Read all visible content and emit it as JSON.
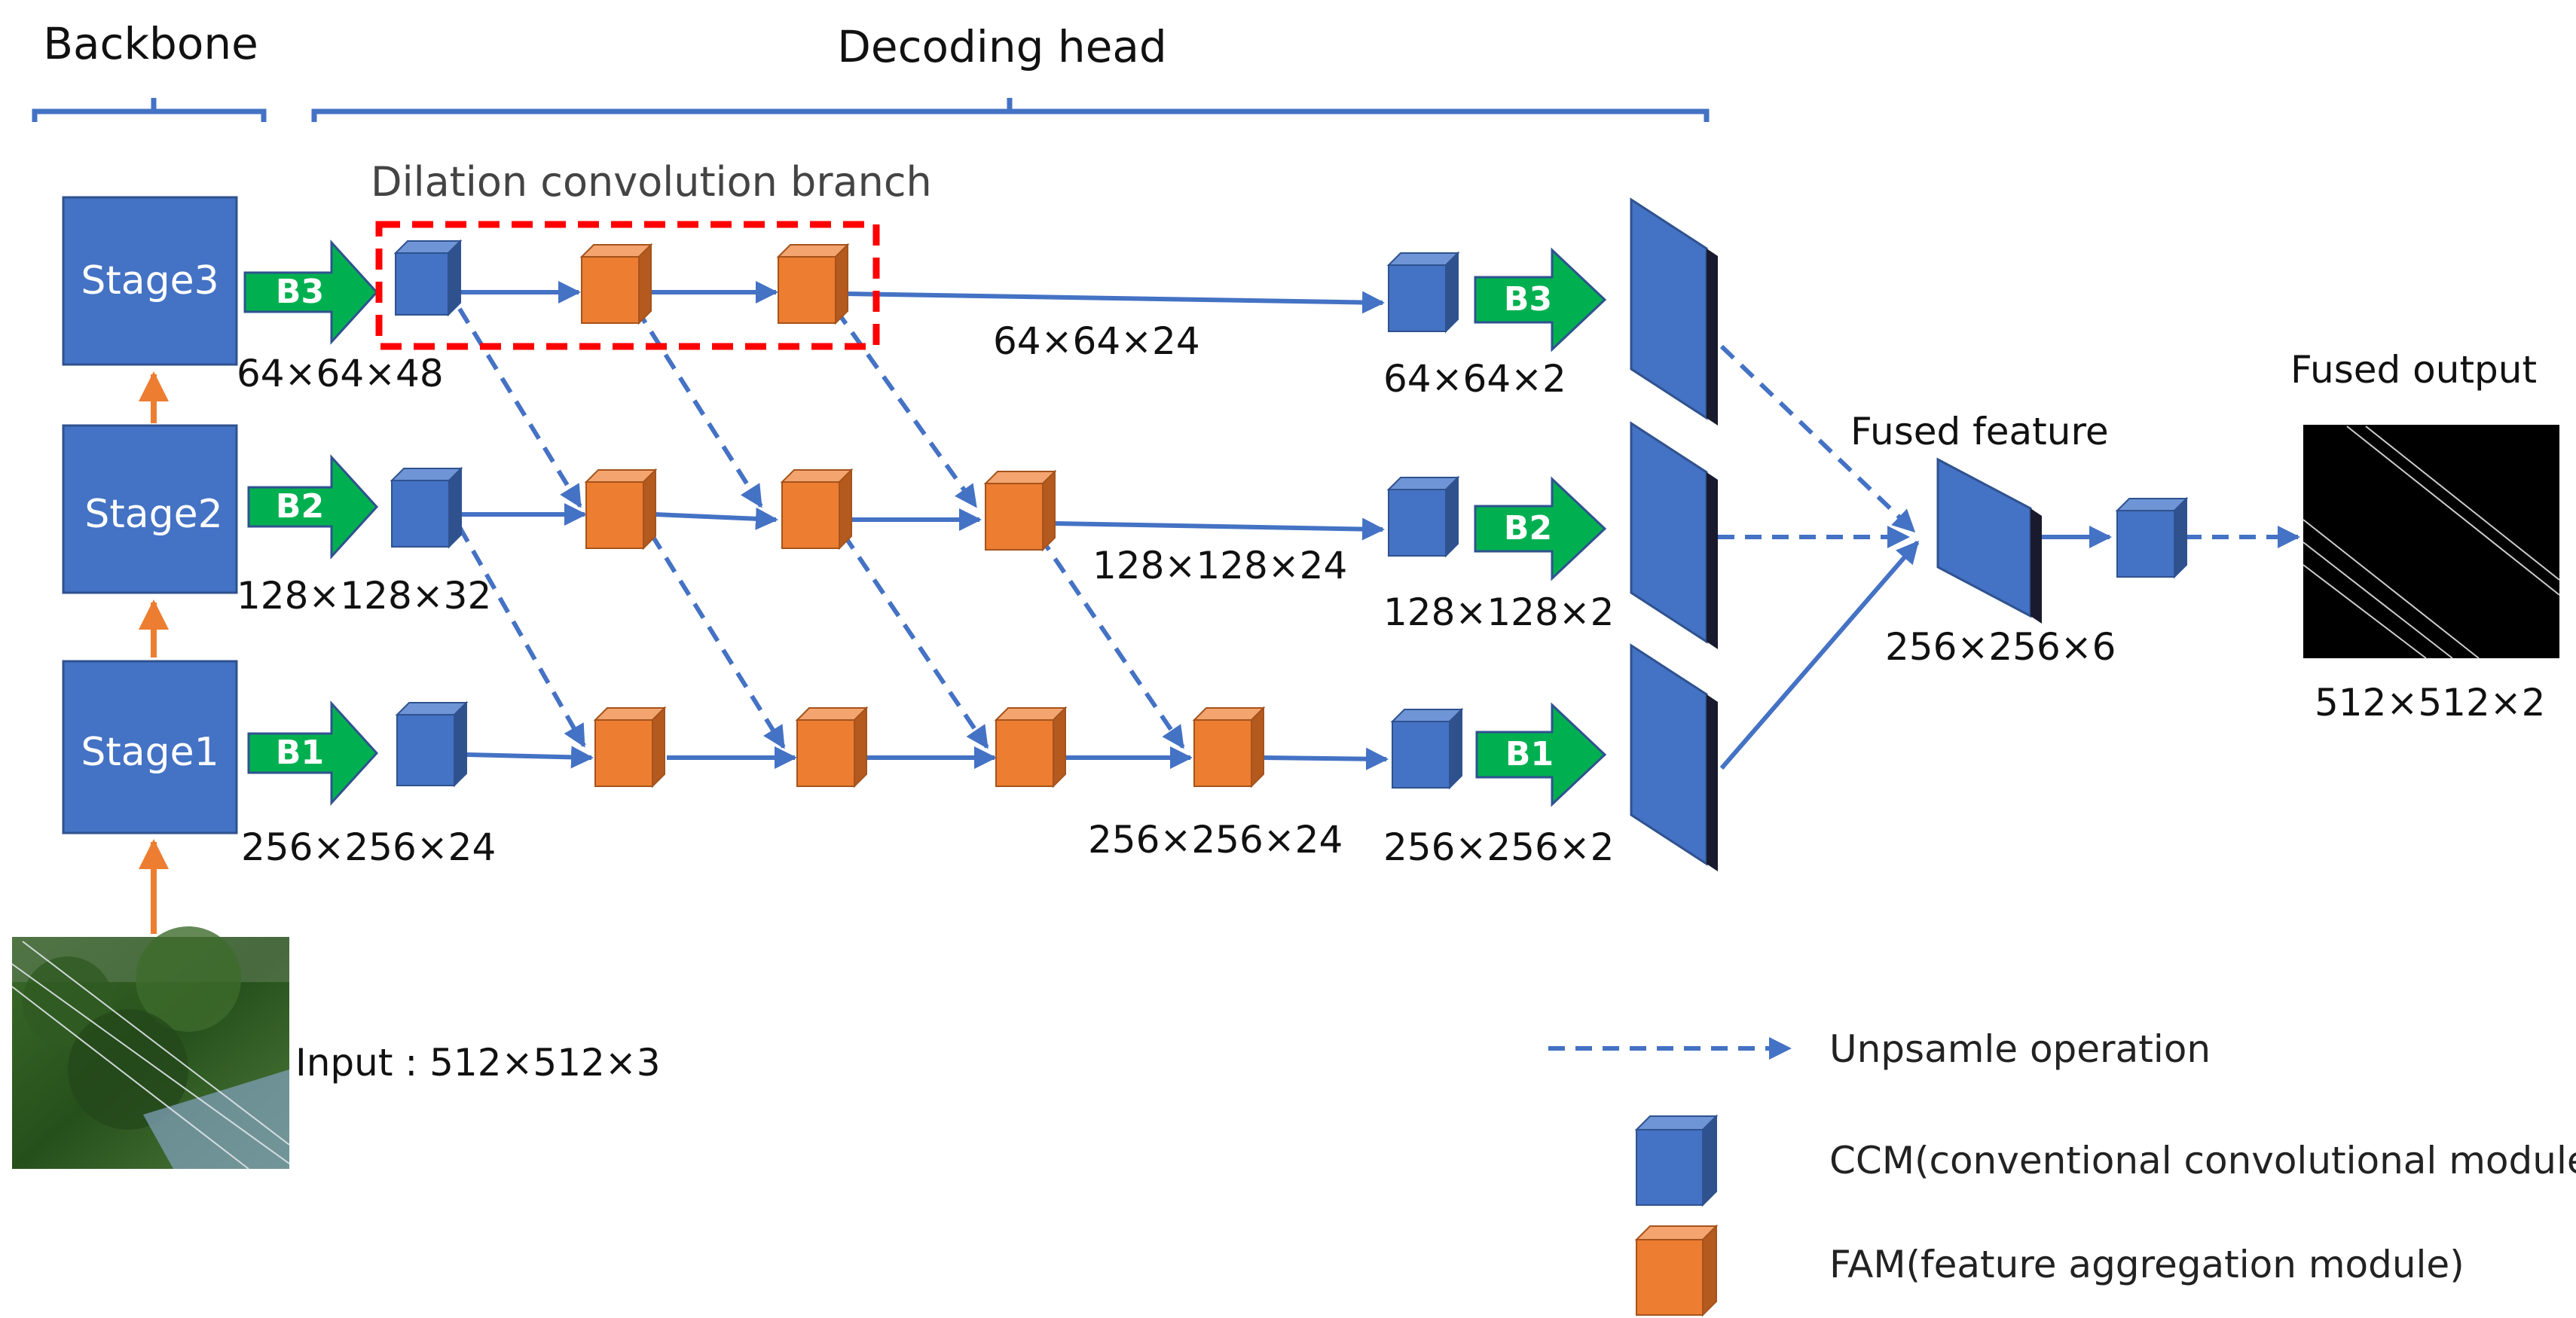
{
  "headers": {
    "backbone": "Backbone",
    "decoding_head": "Decoding head"
  },
  "dilation_branch_label": "Dilation convolution branch",
  "stages": [
    "Stage3",
    "Stage2",
    "Stage1"
  ],
  "branch_labels": [
    "B3",
    "B2",
    "B1"
  ],
  "dims": {
    "s3_in": "64×64×48",
    "s2_in": "128×128×32",
    "s1_in": "256×256×24",
    "r3_mid": "64×64×24",
    "r2_mid": "128×128×24",
    "r1_mid": "256×256×24",
    "r3_out": "64×64×2",
    "r2_out": "128×128×2",
    "r1_out": "256×256×2",
    "fused_feature": "256×256×6",
    "fused_output": "512×512×2"
  },
  "input_label": "Input : 512×512×3",
  "fused_feature_label": "Fused feature",
  "fused_output_label": "Fused output",
  "legend": {
    "upsample": "Unpsamle operation",
    "ccm": "CCM(conventional convolutional module)",
    "fam": "FAM(feature aggregation module)"
  },
  "colors": {
    "blue": "#4472C4",
    "orange": "#ED7D31",
    "green": "#00B050",
    "red": "#FF0000",
    "bracket": "#4472C4"
  }
}
